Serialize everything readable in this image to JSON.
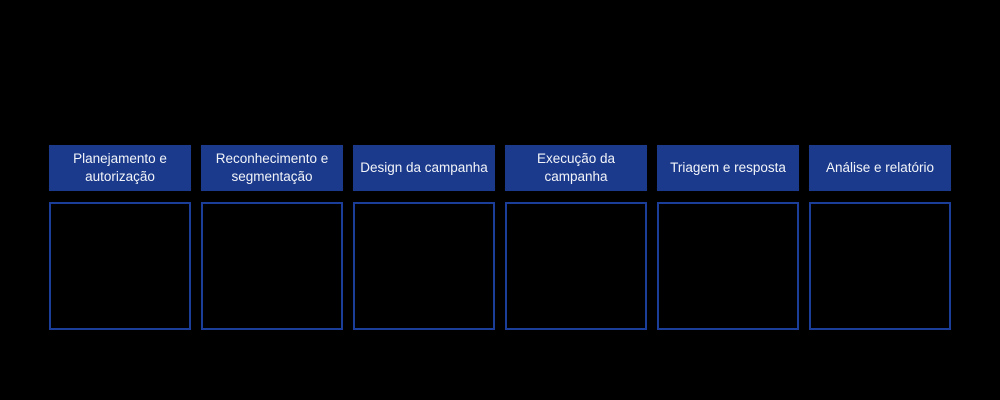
{
  "page": {
    "background_color": "#000000"
  },
  "colors": {
    "stage_header_fill": "#1b3a8c",
    "stage_box_border": "#1b3e9a",
    "stage_header_text": "#f2f4f8"
  },
  "diagram": {
    "stages": [
      {
        "label": "Planejamento e autorização"
      },
      {
        "label": "Reconhecimento e segmentação"
      },
      {
        "label": "Design da campanha"
      },
      {
        "label": "Execução da campanha"
      },
      {
        "label": "Triagem e resposta"
      },
      {
        "label": "Análise e relatório"
      }
    ]
  }
}
